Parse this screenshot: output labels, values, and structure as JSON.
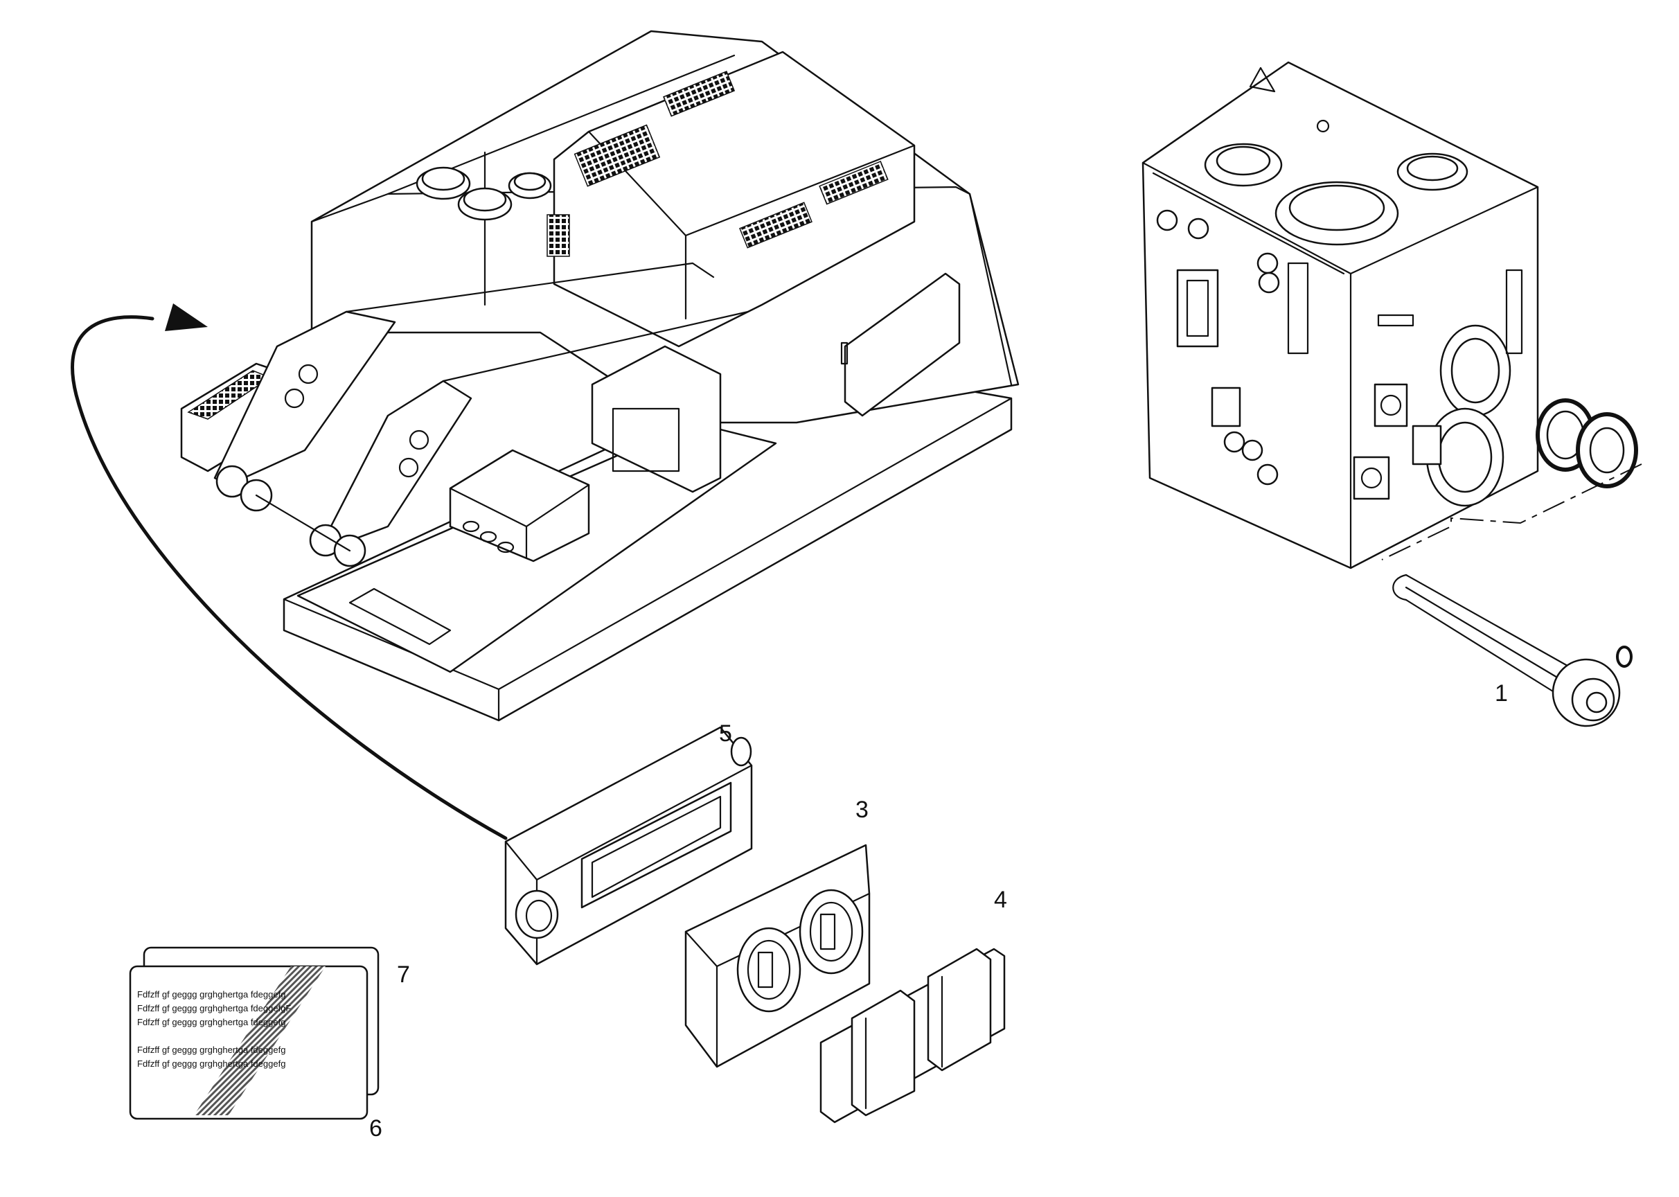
{
  "callouts": [
    "1",
    "3",
    "4",
    "5",
    "6",
    "7"
  ],
  "label_card": {
    "lines": [
      "Fdfzff gf  geggg grghghertga fdeggefg",
      "Fdfzff gf  geggg grghghertga fdeggefgF",
      "Fdfzff gf  geggg grghghertga fdeggefg",
      "Fdfzff gf  geggg grghghertga fdeggefg",
      "Fdfzff gf  geggg grghghertga fdeggefg"
    ]
  },
  "icons": [
    "curved-arrow-icon"
  ]
}
